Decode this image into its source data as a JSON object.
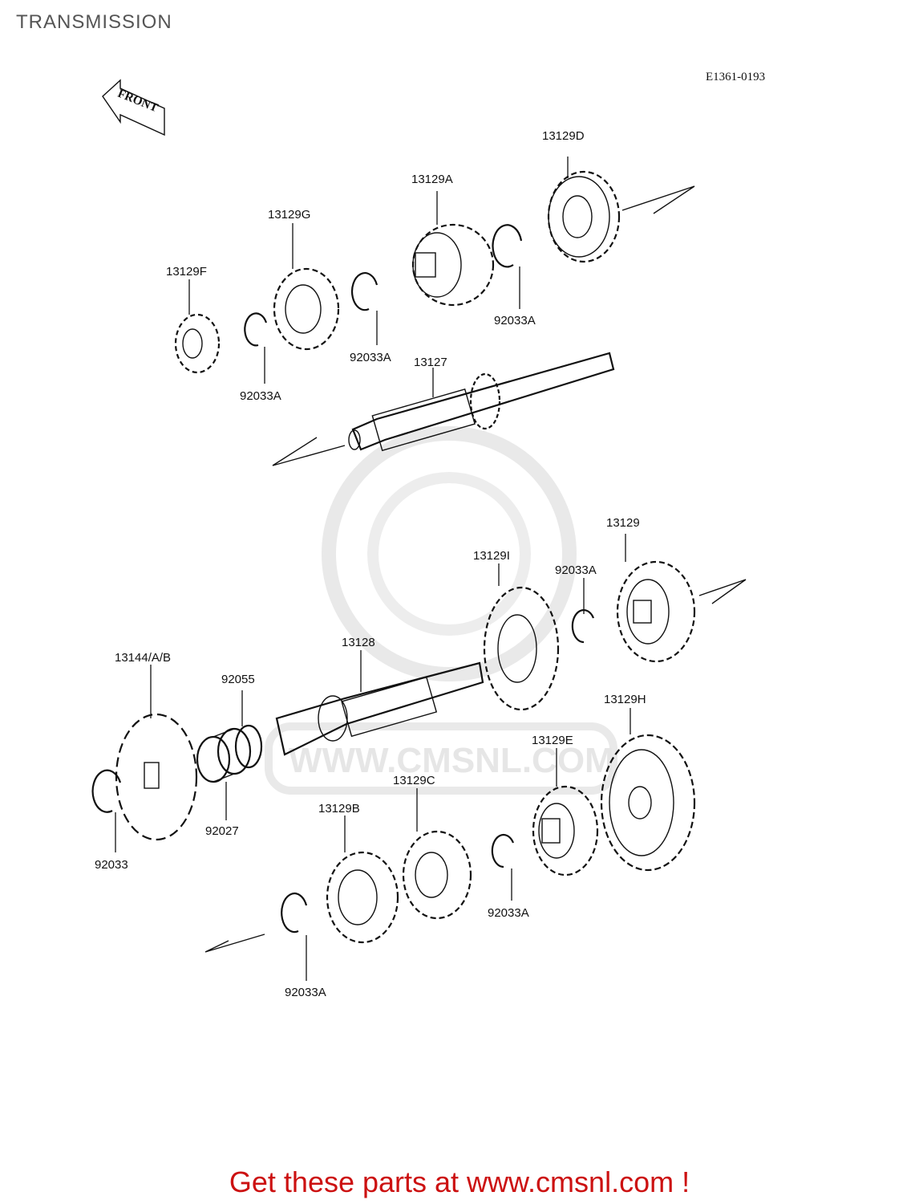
{
  "page": {
    "title": "TRANSMISSION",
    "diagram_code": "E1361-0193",
    "front_label": "FRONT",
    "watermark_text": "WWW.CMSNL.COM",
    "footer_link": "Get these parts at www.cmsnl.com !"
  },
  "parts": {
    "p13129D": "13129D",
    "p13129A": "13129A",
    "p13129G": "13129G",
    "p13129F": "13129F",
    "p92033A_1": "92033A",
    "p92033A_2": "92033A",
    "p92033A_3": "92033A",
    "p13127": "13127",
    "p13129": "13129",
    "p13129I": "13129I",
    "p92033A_4": "92033A",
    "p13128": "13128",
    "p13144": "13144/A/B",
    "p92055": "92055",
    "p13129H": "13129H",
    "p13129E": "13129E",
    "p13129C": "13129C",
    "p13129B": "13129B",
    "p92027": "92027",
    "p92033": "92033",
    "p92033A_5": "92033A",
    "p92033A_6": "92033A"
  },
  "colors": {
    "footer": "#cc1111",
    "line": "#111111",
    "watermark": "#e6e6e6"
  }
}
